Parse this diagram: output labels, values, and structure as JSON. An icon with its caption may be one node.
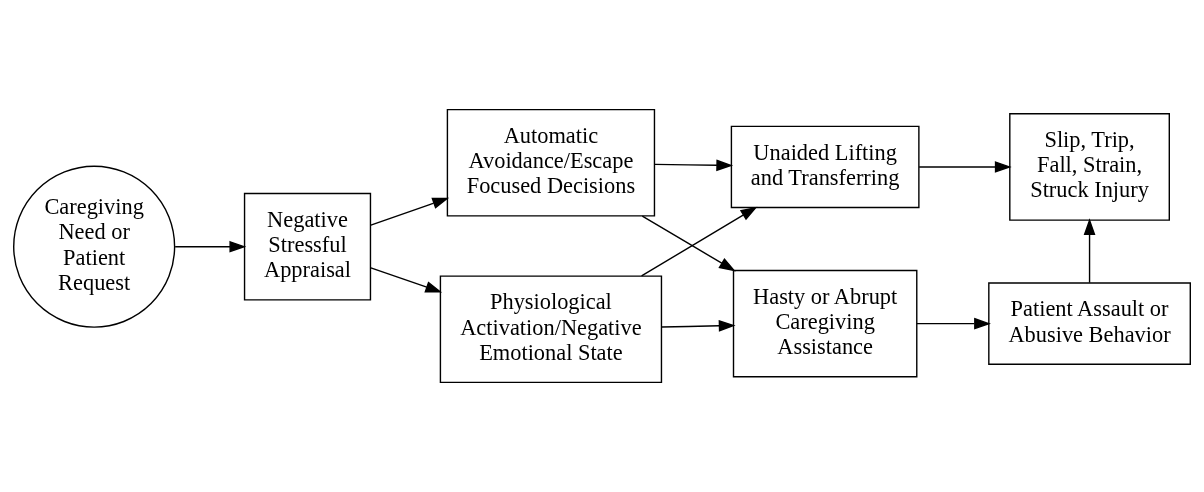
{
  "diagram": {
    "nodes": [
      {
        "text": [
          "Caregiving Need or Patient Request"
        ]
      },
      {
        "text": [
          "Negative Stressful Appraisal"
        ]
      },
      {
        "text": [
          "Automatic Avoidance/Escape Focused Decisions"
        ]
      },
      {
        "text": [
          "Physiological Activation/Negative Emotional State"
        ]
      },
      {
        "text": [
          "Unaided Lifting and Transferring"
        ]
      },
      {
        "text": [
          "Hasty or Abrupt Caregiving Assistance"
        ]
      },
      {
        "text": [
          "Slip, Trip, Fall, Strain, Struck Injury"
        ]
      },
      {
        "text": [
          "Patient Assault or Abusive Behavior"
        ]
      }
    ],
    "edges": [
      {
        "from": 0,
        "to": 1,
        "arrow": "to"
      },
      {
        "from": 1,
        "to": 2,
        "arrow": "to"
      },
      {
        "from": 1,
        "to": 3,
        "arrow": "to"
      },
      {
        "from": 2,
        "to": 4,
        "arrow": "to"
      },
      {
        "from": 2,
        "to": 5,
        "arrow": "to"
      },
      {
        "from": 3,
        "to": 4,
        "arrow": "to"
      },
      {
        "from": 3,
        "to": 5,
        "arrow": "to"
      },
      {
        "from": 4,
        "to": 6,
        "arrow": "to"
      },
      {
        "from": 5,
        "to": 7,
        "arrow": "to"
      },
      {
        "from": 7,
        "to": 6,
        "arrow": "to"
      }
    ]
  }
}
